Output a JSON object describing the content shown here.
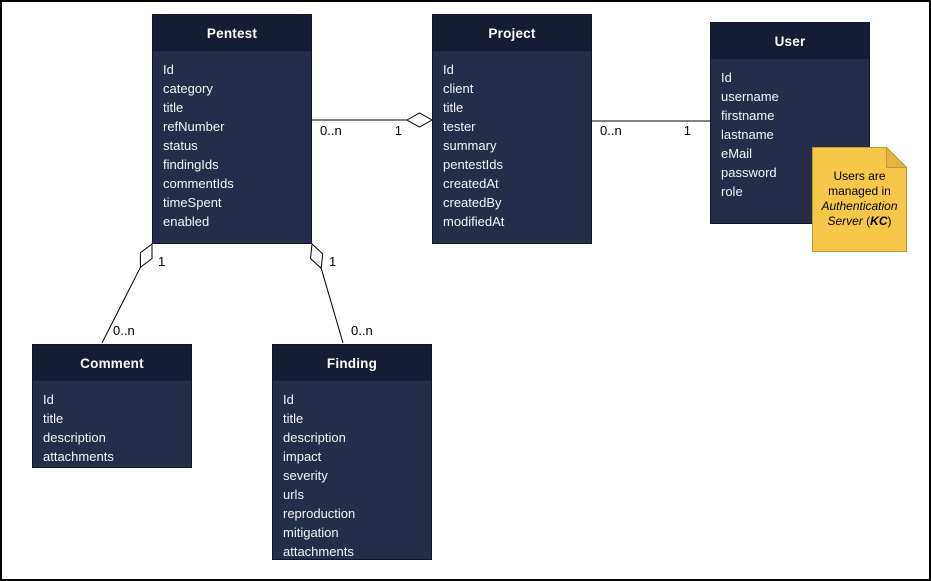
{
  "diagram_type": "uml-entity-diagram",
  "entities": [
    {
      "name": "Pentest",
      "fields": [
        "Id",
        "category",
        "title",
        "refNumber",
        "status",
        "findingIds",
        "commentIds",
        "timeSpent",
        "enabled"
      ]
    },
    {
      "name": "Project",
      "fields": [
        "Id",
        "client",
        "title",
        "tester",
        "summary",
        "pentestIds",
        "createdAt",
        "createdBy",
        "modifiedAt"
      ]
    },
    {
      "name": "User",
      "fields": [
        "Id",
        "username",
        "firstname",
        "lastname",
        "eMail",
        "password",
        "role"
      ]
    },
    {
      "name": "Comment",
      "fields": [
        "Id",
        "title",
        "description",
        "attachments"
      ]
    },
    {
      "name": "Finding",
      "fields": [
        "Id",
        "title",
        "description",
        "impact",
        "severity",
        "urls",
        "reproduction",
        "mitigation",
        "attachments"
      ]
    }
  ],
  "relationships": [
    {
      "source": "Pentest",
      "target": "Project",
      "source_multiplicity": "0..n",
      "target_multiplicity": "1",
      "type": "aggregation"
    },
    {
      "source": "Project",
      "target": "User",
      "source_multiplicity": "0..n",
      "target_multiplicity": "1",
      "type": "association"
    },
    {
      "source": "Pentest",
      "target": "Comment",
      "source_multiplicity": "1",
      "target_multiplicity": "0..n",
      "type": "aggregation"
    },
    {
      "source": "Pentest",
      "target": "Finding",
      "source_multiplicity": "1",
      "target_multiplicity": "0..n",
      "type": "aggregation"
    }
  ],
  "note": {
    "text_part1": "Users are managed in ",
    "text_part2": "Authentication Server",
    "text_part3": " (",
    "text_part4": "KC",
    "text_part5": ")"
  },
  "colors": {
    "entity_header_bg": "#171c36",
    "entity_body_bg": "#252d4a",
    "entity_text": "#ffffff",
    "connector": "#000000",
    "note_bg": "#f7c74a",
    "note_fold": "#e6b53e",
    "note_border": "#bf9730",
    "page_border": "#000000",
    "page_bg": "#ffffff"
  }
}
